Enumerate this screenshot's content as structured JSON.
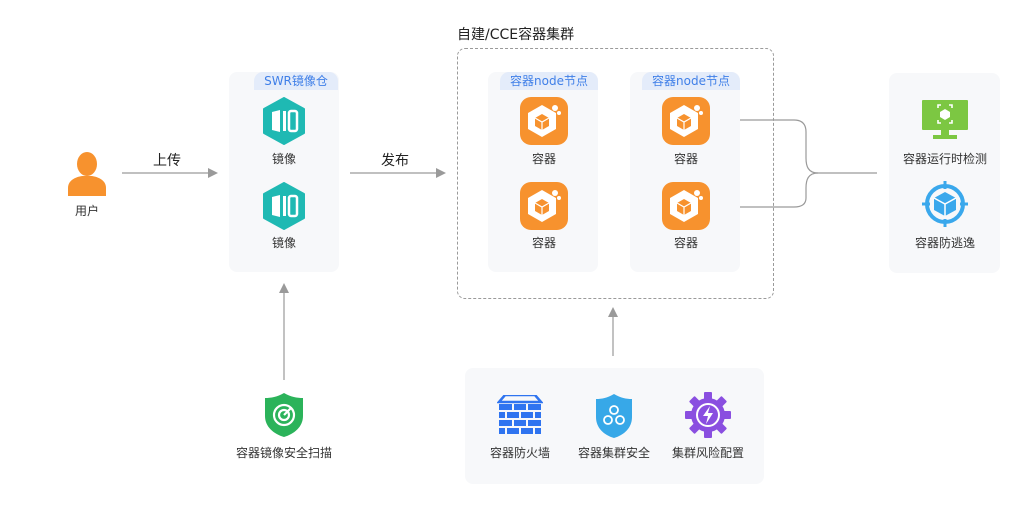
{
  "user": {
    "label": "用户",
    "color": "#f7922e"
  },
  "edges": {
    "upload": "上传",
    "publish": "发布"
  },
  "swr": {
    "tag": "SWR镜像仓",
    "items": [
      {
        "label": "镜像"
      },
      {
        "label": "镜像"
      }
    ],
    "icon_color": "#1fb9b3"
  },
  "cluster": {
    "title": "自建/CCE容器集群",
    "nodes": [
      {
        "tag": "容器node节点",
        "containers": [
          {
            "label": "容器"
          },
          {
            "label": "容器"
          }
        ]
      },
      {
        "tag": "容器node节点",
        "containers": [
          {
            "label": "容器"
          },
          {
            "label": "容器"
          }
        ]
      }
    ],
    "container_color": "#f7922e"
  },
  "runtime": {
    "items": [
      {
        "label": "容器运行时检测",
        "icon": "monitor-icon",
        "color": "#7cc742"
      },
      {
        "label": "容器防逃逸",
        "icon": "target-cube-icon",
        "color": "#3aa8ec"
      }
    ]
  },
  "scan": {
    "label": "容器镜像安全扫描",
    "icon": "shield-radar-icon",
    "color": "#2bb35a"
  },
  "security": {
    "items": [
      {
        "label": "容器防火墙",
        "icon": "firewall-icon",
        "color": "#2f74f0"
      },
      {
        "label": "容器集群安全",
        "icon": "shield-hex-icon",
        "color": "#37a8e8"
      },
      {
        "label": "集群风险配置",
        "icon": "gear-bolt-icon",
        "color": "#8a4fe0"
      }
    ]
  }
}
